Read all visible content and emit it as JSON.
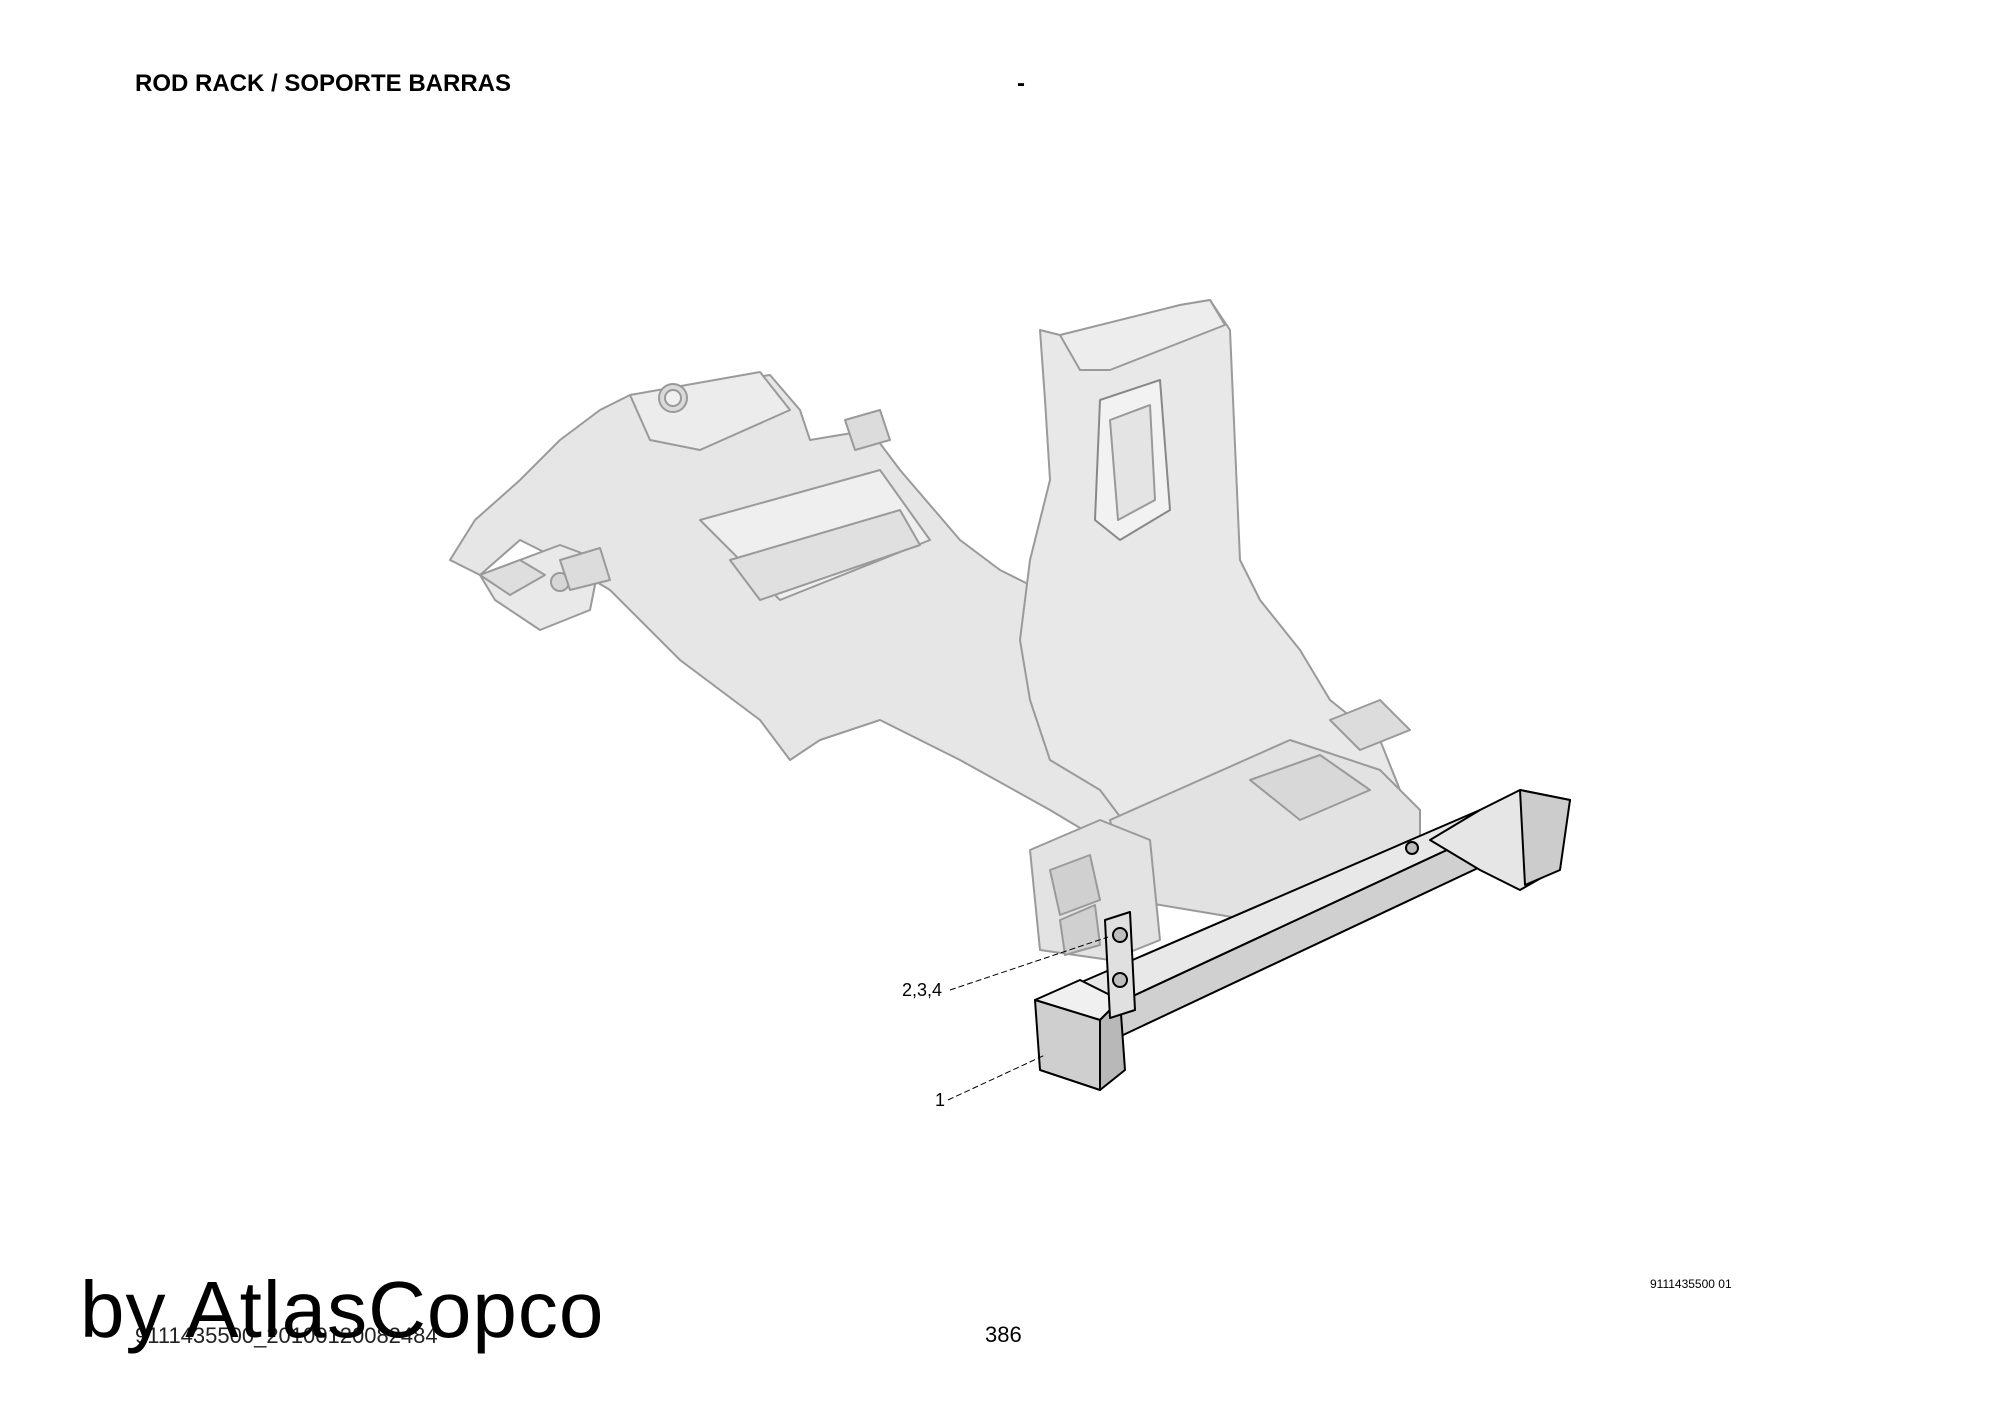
{
  "header": {
    "title": "ROD RACK / SOPORTE BARRAS",
    "subtitle": "-"
  },
  "diagram": {
    "callouts": [
      {
        "label": "2,3,4"
      },
      {
        "label": "1"
      }
    ],
    "drawing_number": "9111435500 01"
  },
  "footer": {
    "document_id": "9111435500_20100120082484",
    "page_number": "386"
  },
  "watermark": {
    "text": "by AtlasCopco"
  },
  "colors": {
    "frame_fill": "#e6e6e6",
    "frame_stroke": "#9a9a9a",
    "part_fill": "#dcdcdc",
    "part_stroke": "#000000"
  }
}
